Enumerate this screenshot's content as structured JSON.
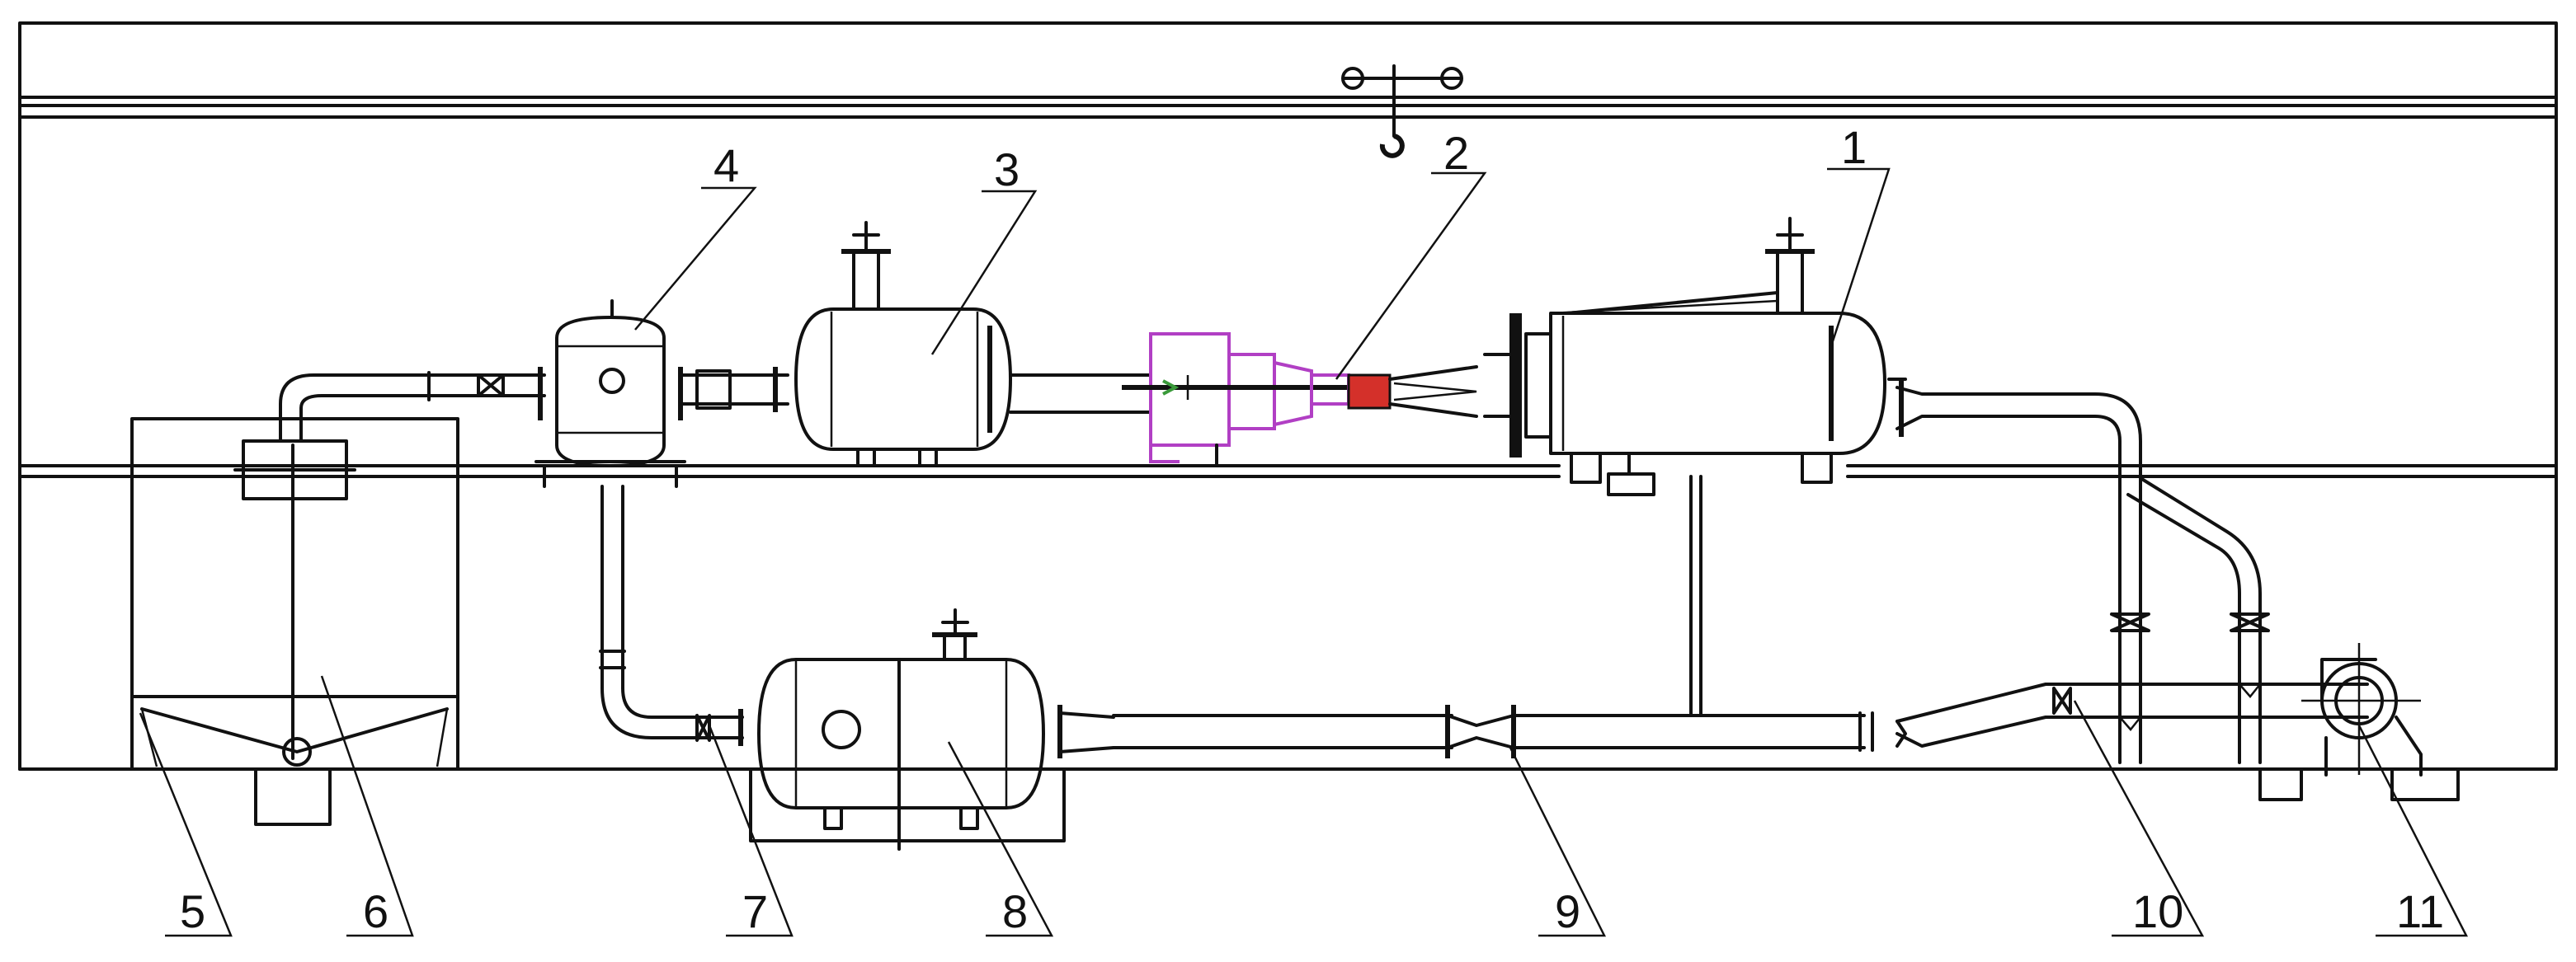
{
  "callouts": [
    {
      "id": "1",
      "label": "1"
    },
    {
      "id": "2",
      "label": "2"
    },
    {
      "id": "3",
      "label": "3"
    },
    {
      "id": "4",
      "label": "4"
    },
    {
      "id": "5",
      "label": "5"
    },
    {
      "id": "6",
      "label": "6"
    },
    {
      "id": "7",
      "label": "7"
    },
    {
      "id": "8",
      "label": "8"
    },
    {
      "id": "9",
      "label": "9"
    },
    {
      "id": "10",
      "label": "10"
    },
    {
      "id": "11",
      "label": "11"
    }
  ],
  "colors": {
    "line": "#111111",
    "accent_magenta": "#b13fc4",
    "accent_red": "#d4302a",
    "accent_green": "#3a9a3a"
  }
}
